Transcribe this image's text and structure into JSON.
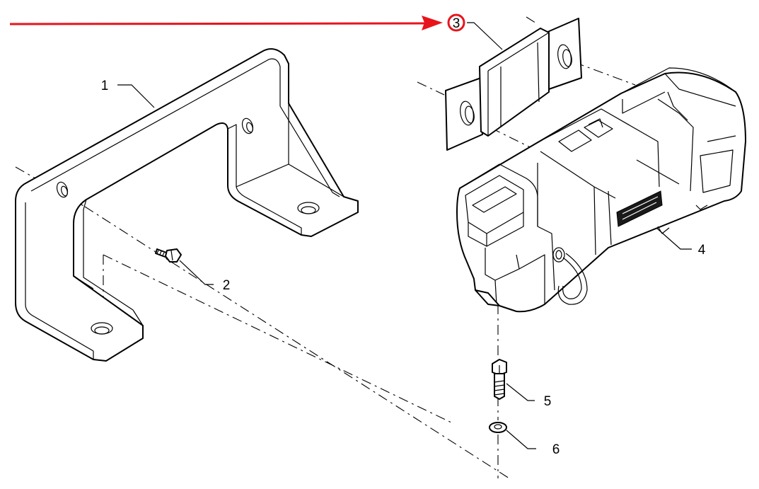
{
  "callouts": [
    {
      "id": "1",
      "label": "1"
    },
    {
      "id": "2",
      "label": "2"
    },
    {
      "id": "3",
      "label": "3"
    },
    {
      "id": "4",
      "label": "4"
    },
    {
      "id": "5",
      "label": "5"
    },
    {
      "id": "6",
      "label": "6"
    }
  ],
  "highlight": {
    "target": "3",
    "color": "#e8141c"
  },
  "colors": {
    "line": "#000000",
    "background": "#ffffff",
    "arrow": "#e8141c"
  }
}
